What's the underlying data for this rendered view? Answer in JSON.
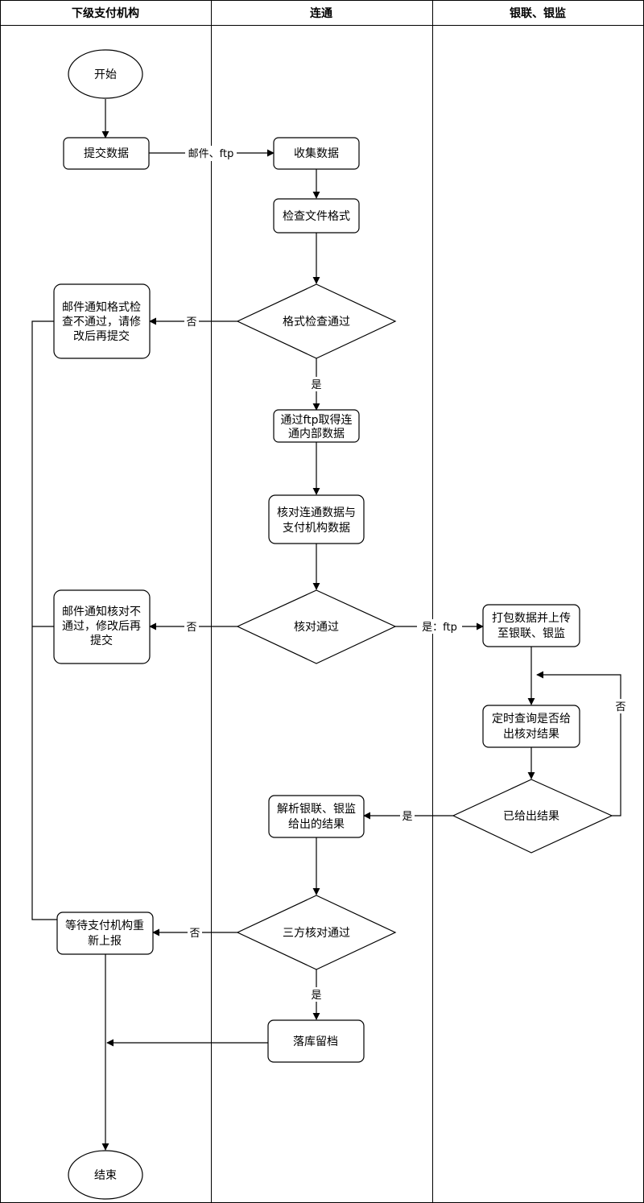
{
  "lanes": [
    "下级支付机构",
    "连通",
    "银联、银监"
  ],
  "nodes": {
    "start": "开始",
    "submit": "提交数据",
    "collect": "收集数据",
    "check_format": "检查文件格式",
    "format_pass": "格式检查通过",
    "format_fail_notice": [
      "邮件通知格式检",
      "查不通过，请修",
      "改后再提交"
    ],
    "fetch_internal": [
      "通过ftp取得连",
      "通内部数据"
    ],
    "reconcile": [
      "核对连通数据与",
      "支付机构数据"
    ],
    "reconcile_pass": "核对通过",
    "reconcile_fail_notice": [
      "邮件通知核对不",
      "通过，修改后再",
      "提交"
    ],
    "package_upload": [
      "打包数据并上传",
      "至银联、银监"
    ],
    "poll_result": [
      "定时查询是否给",
      "出核对结果"
    ],
    "has_result": "已给出结果",
    "parse_result": [
      "解析银联、银监",
      "给出的结果"
    ],
    "three_way_pass": "三方核对通过",
    "wait_resubmit": [
      "等待支付机构重",
      "新上报"
    ],
    "archive": "落库留档",
    "end": "结束"
  },
  "edges": {
    "mail_ftp": "邮件、ftp",
    "yes": "是",
    "no": "否",
    "yes_ftp": "是：ftp"
  }
}
